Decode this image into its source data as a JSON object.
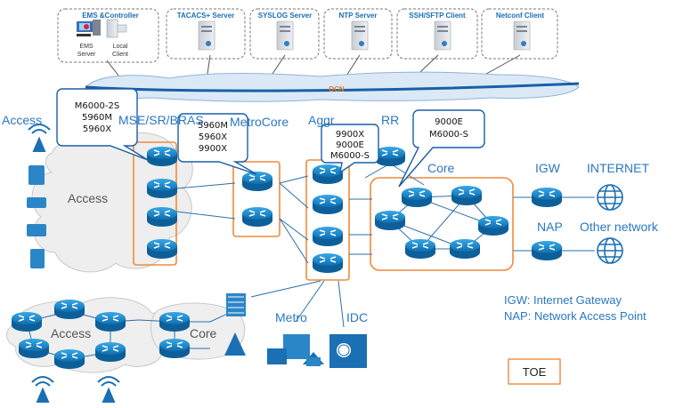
{
  "servers": [
    {
      "label": "EMS &Controller"
    },
    {
      "label": "TACACS+ Server"
    },
    {
      "label": "SYSLOG Server"
    },
    {
      "label": "NTP Server"
    },
    {
      "label": "SSH/SFTP Client"
    },
    {
      "label": "Netconf Client"
    }
  ],
  "ems": {
    "server_label": "EMS\nServer",
    "client_label": "Local\nClient"
  },
  "dcn": {
    "label": "DCN"
  },
  "layers": {
    "access": "Access",
    "mse": "MSE/SR/BRAS",
    "metrocore": "MetroCore",
    "aggr": "Aggr",
    "rr": "RR",
    "core": "Core",
    "igw": "IGW",
    "internet": "INTERNET",
    "nap": "NAP",
    "other_network": "Other network",
    "access_cloud": "Access",
    "bottom_access": "Access",
    "bottom_core": "Core",
    "metro": "Metro",
    "idc": "IDC"
  },
  "callouts": {
    "mse": [
      "M6000-2S",
      "5960M",
      "5960X"
    ],
    "metrocore": [
      "5960M",
      "5960X",
      "9900X"
    ],
    "aggr": [
      "9900X",
      "9000E",
      "M6000-S"
    ],
    "core": [
      "9000E",
      "M6000-S"
    ]
  },
  "legend": {
    "igw": "IGW:  Internet Gateway",
    "nap": "NAP:  Network Access Point"
  },
  "toe": "TOE",
  "colors": {
    "router": "#1b8fd1",
    "box": "#f08a3b",
    "cloud": "#c6d9ee",
    "dcn": "#dbe9f7",
    "text_blue": "#2a78c2",
    "dcn_text": "#e07b22"
  }
}
